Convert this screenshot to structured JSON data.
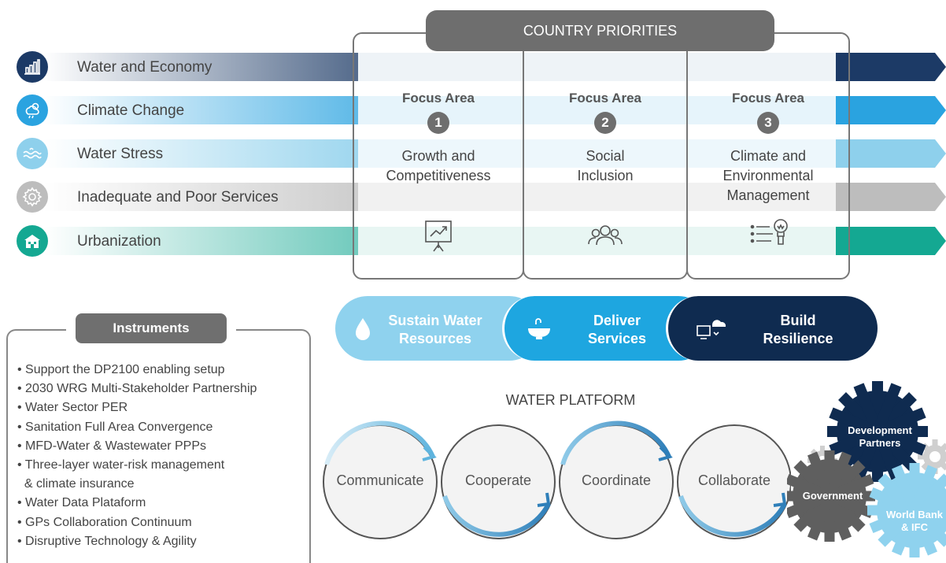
{
  "header": {
    "title": "COUNTRY PRIORITIES"
  },
  "issues": [
    {
      "label": "Water and Economy",
      "icon": "bar-chart-icon",
      "color": "#1c3a66"
    },
    {
      "label": "Climate Change",
      "icon": "cloud-sun-rain-icon",
      "color": "#2aa3e0"
    },
    {
      "label": "Water Stress",
      "icon": "water-waves-icon",
      "color": "#8ed0ec"
    },
    {
      "label": "Inadequate and Poor Services",
      "icon": "gear-icon",
      "color": "#bdbdbd"
    },
    {
      "label": "Urbanization",
      "icon": "buildings-icon",
      "color": "#14a892"
    }
  ],
  "focus_areas": [
    {
      "heading": "Focus Area",
      "number": "1",
      "line1": "Growth and",
      "line2": "Competitiveness",
      "line3": "",
      "icon": "presentation-chart-icon"
    },
    {
      "heading": "Focus Area",
      "number": "2",
      "line1": "Social",
      "line2": "Inclusion",
      "line3": "",
      "icon": "people-group-icon"
    },
    {
      "heading": "Focus Area",
      "number": "3",
      "line1": "Climate and",
      "line2": "Environmental",
      "line3": "Management",
      "icon": "lightbulb-list-icon"
    }
  ],
  "instruments": {
    "title": "Instruments",
    "items": [
      "• Support the DP2100 enabling setup",
      "• 2030 WRG Multi-Stakeholder Partnership",
      "• Water Sector PER",
      "• Sanitation Full Area Convergence",
      "• MFD-Water & Wastewater PPPs",
      "• Three-layer water-risk management",
      "  & climate insurance",
      "• Water Data Plataform",
      "• GPs Collaboration Continuum",
      "• Disruptive Technology & Agility"
    ]
  },
  "pillars": [
    {
      "line1": "Sustain Water",
      "line2": "Resources",
      "icon": "water-drop-icon",
      "color": "#8fd2ee"
    },
    {
      "line1": "Deliver",
      "line2": "Services",
      "icon": "faucet-basin-icon",
      "color": "#1ea6e0"
    },
    {
      "line1": "Build",
      "line2": "Resilience",
      "icon": "computer-cloud-icon",
      "color": "#0f2b50"
    }
  ],
  "platform": {
    "title": "WATER PLATFORM",
    "steps": [
      "Communicate",
      "Cooperate",
      "Coordinate",
      "Collaborate"
    ]
  },
  "stakeholders": {
    "development_partners": [
      "Development",
      "Partners"
    ],
    "government": "Government",
    "world_bank": [
      "World Bank",
      "& IFC"
    ]
  }
}
